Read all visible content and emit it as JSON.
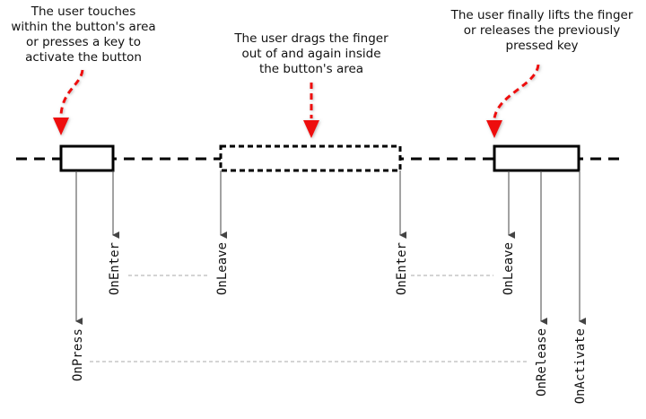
{
  "notes": {
    "press": [
      "The user touches",
      "within the button's area",
      "or presses a key to",
      "activate the button"
    ],
    "drag": [
      "The user drags the finger",
      "out of and again inside",
      "the button's area"
    ],
    "release": [
      "The user finally lifts the finger",
      "or releases the previously",
      "pressed key"
    ]
  },
  "events": {
    "on_press": "OnPress",
    "on_enter_1": "OnEnter",
    "on_leave_1": "OnLeave",
    "on_enter_2": "OnEnter",
    "on_leave_2": "OnLeave",
    "on_release": "OnRelease",
    "on_activate": "OnActivate"
  },
  "colors": {
    "pointer": "#ee1111",
    "line": "#000000",
    "connector": "#aaaaaa",
    "event_arrow": "#444444"
  }
}
